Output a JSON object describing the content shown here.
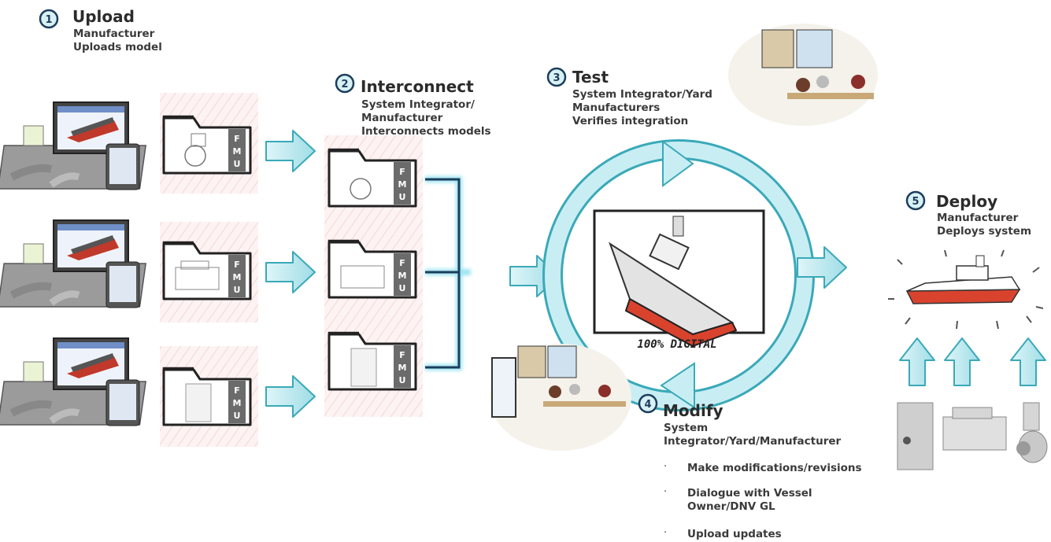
{
  "steps": {
    "upload": {
      "number": "1",
      "title": "Upload",
      "lines": [
        "Manufacturer",
        "Uploads model"
      ]
    },
    "interconnect": {
      "number": "2",
      "title": "Interconnect",
      "lines": [
        "System Integrator/",
        "Manufacturer",
        "Interconnects models"
      ]
    },
    "test": {
      "number": "3",
      "title": "Test",
      "lines": [
        "System Integrator/Yard",
        "Manufacturers",
        "Verifies integration"
      ]
    },
    "modify": {
      "number": "4",
      "title": "Modify",
      "lines": [
        "System",
        "Integrator/Yard/Manufacturer"
      ],
      "bullets": [
        "Make modifications/revisions",
        "Dialogue with Vessel",
        "Owner/DNV GL",
        "Upload updates"
      ]
    },
    "deploy": {
      "number": "5",
      "title": "Deploy",
      "lines": [
        "Manufacturer",
        "Deploys system"
      ]
    }
  },
  "fmu_label": {
    "l1": "F",
    "l2": "M",
    "l3": "U"
  },
  "monitor_caption": "100% DIGITAL",
  "colors": {
    "arrow_fill": "#b9e8ef",
    "arrow_stroke": "#3aa9b8",
    "ship_hull": "#d9432e",
    "bracket": "#1c3d5c",
    "fmu_tab": "#6b6b6b"
  }
}
